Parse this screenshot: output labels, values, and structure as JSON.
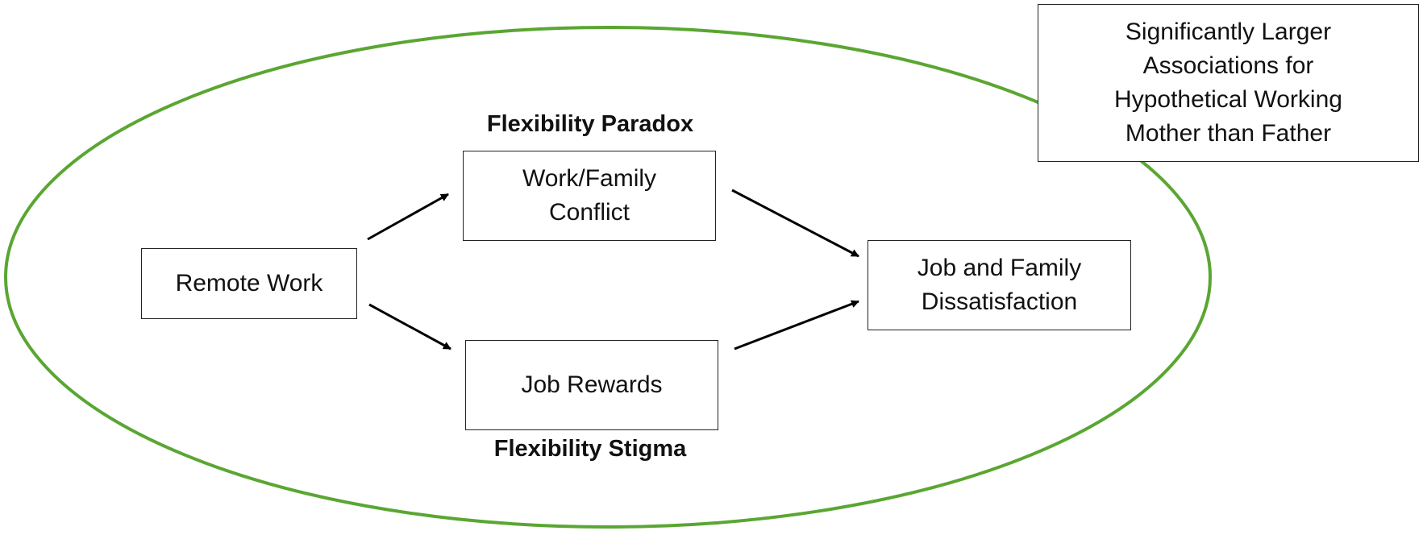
{
  "diagram": {
    "nodes": {
      "remote_work": [
        "Remote Work"
      ],
      "work_family_conflict": [
        "Work/Family",
        "Conflict"
      ],
      "job_rewards": [
        "Job Rewards"
      ],
      "outcome": [
        "Job and Family",
        "Dissatisfaction"
      ],
      "moderation_note": [
        "Significantly Larger",
        "Associations for",
        "Hypothetical Working",
        "Mother than Father"
      ]
    },
    "labels": {
      "paradox": "Flexibility Paradox",
      "stigma": "Flexibility Stigma"
    },
    "edges": [
      {
        "from": "remote_work",
        "to": "work_family_conflict"
      },
      {
        "from": "remote_work",
        "to": "job_rewards"
      },
      {
        "from": "work_family_conflict",
        "to": "outcome"
      },
      {
        "from": "job_rewards",
        "to": "outcome"
      }
    ],
    "colors": {
      "ellipse": "#5aa632",
      "arrow": "#000000",
      "box_border": "#222222"
    }
  }
}
